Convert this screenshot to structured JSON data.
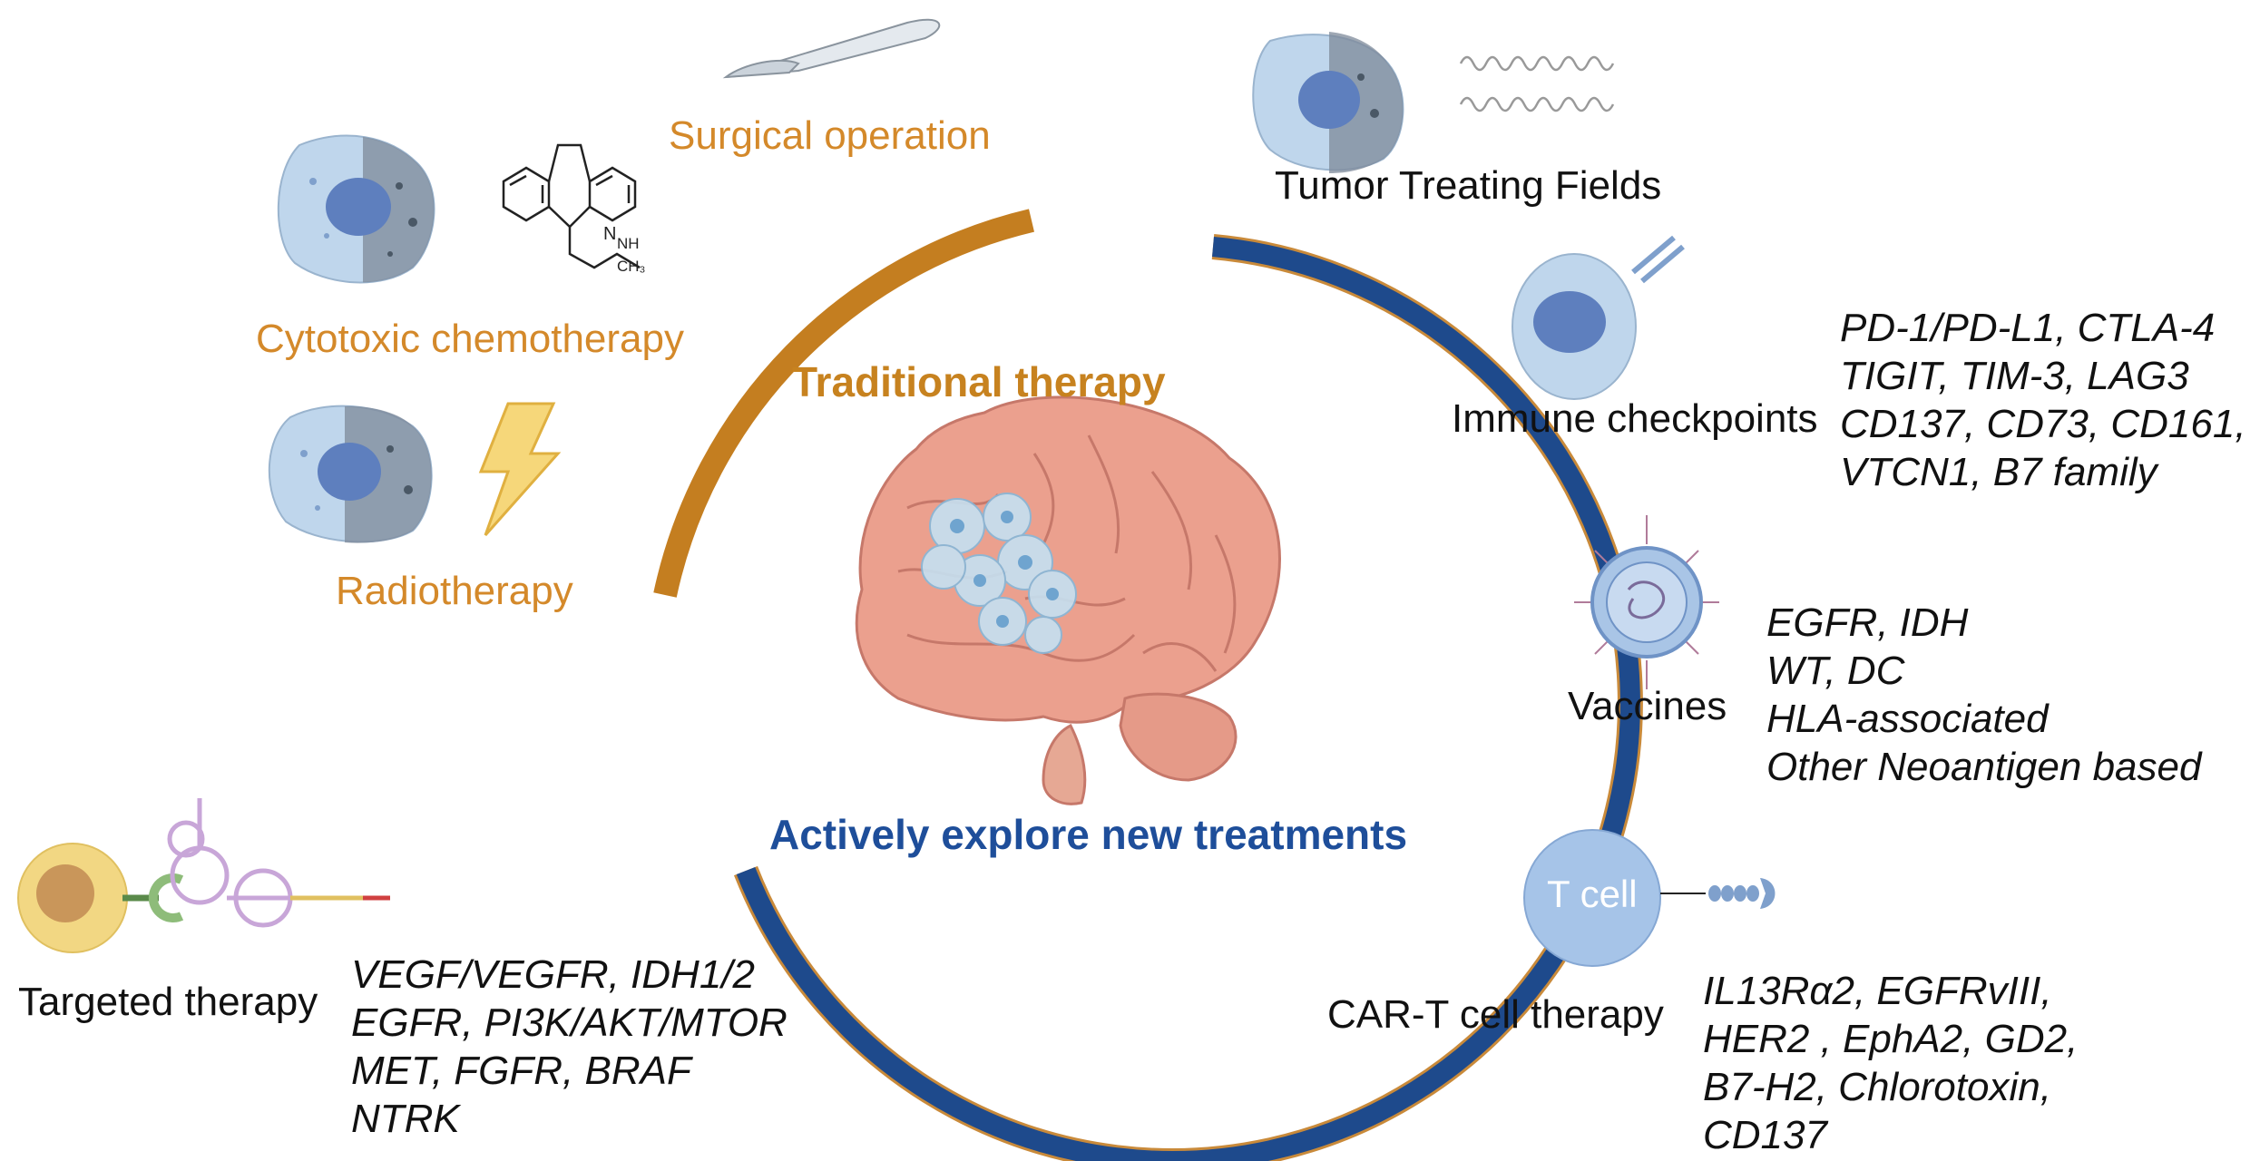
{
  "center": {
    "traditional_title": "Traditional therapy",
    "new_title": "Actively explore new treatments"
  },
  "traditional": {
    "surgery": "Surgical operation",
    "chemo": "Cytotoxic chemotherapy",
    "radio": "Radiotherapy"
  },
  "new": {
    "ttf": "Tumor Treating Fields",
    "checkpoints": {
      "label": "Immune checkpoints",
      "targets": [
        "PD-1/PD-L1, CTLA-4",
        "TIGIT, TIM-3, LAG3",
        "CD137, CD73, CD161,",
        "VTCN1, B7 family"
      ]
    },
    "vaccines": {
      "label": "Vaccines",
      "targets": [
        "EGFR, IDH",
        "WT, DC",
        "HLA-associated",
        "Other Neoantigen based"
      ]
    },
    "cart": {
      "label": "CAR-T cell therapy",
      "cell_text": "T cell",
      "targets": [
        "IL13Rα2, EGFRvIII,",
        "HER2 , EphA2, GD2,",
        "B7-H2, Chlorotoxin,",
        "CD137"
      ]
    },
    "targeted": {
      "label": "Targeted therapy",
      "targets": [
        "VEGF/VEGFR, IDH1/2",
        "EGFR, PI3K/AKT/MTOR",
        "MET, FGFR, BRAF",
        "NTRK"
      ]
    }
  },
  "drug_structure": {
    "amine_label": "NH",
    "methyl_label": "CH₃",
    "ring_n_label": "N"
  },
  "colors": {
    "traditional_arc": "#C47E20",
    "new_arc": "#1E4A8C",
    "traditional_text": "#D4892A",
    "new_text": "#1E4E9A",
    "cell_fill": "#B9D3EC",
    "nucleus": "#5E7FBE",
    "brain": "#EBA08E"
  }
}
